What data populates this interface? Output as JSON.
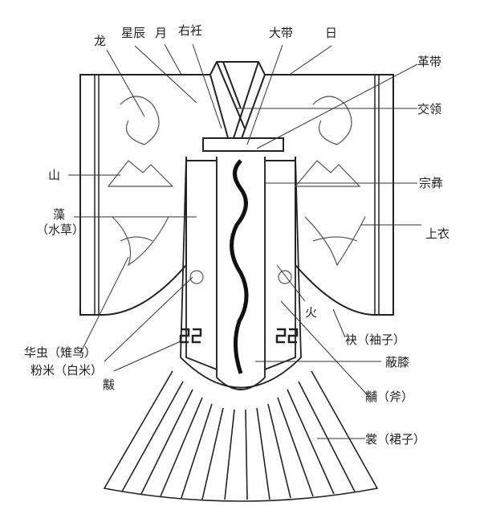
{
  "labels": {
    "dragon": "龙",
    "stars": "星辰",
    "moon": "月",
    "right_lapel": "右衽",
    "great_sash": "大带",
    "sun": "日",
    "leather_belt": "革带",
    "crossed_collar": "交领",
    "mountain": "山",
    "ritual_vessel": "宗彝",
    "waterweed": "藻",
    "waterweed_note": "（水草）",
    "upper_garment": "上衣",
    "fire": "火",
    "sleeve": "袂（袖子）",
    "pheasant": "华虫（雉鸟）",
    "rice": "粉米（白米）",
    "fu_symbol": "黻",
    "knee_cover": "蔽膝",
    "axe": "黼（斧）",
    "skirt": "裳（裙子）"
  }
}
